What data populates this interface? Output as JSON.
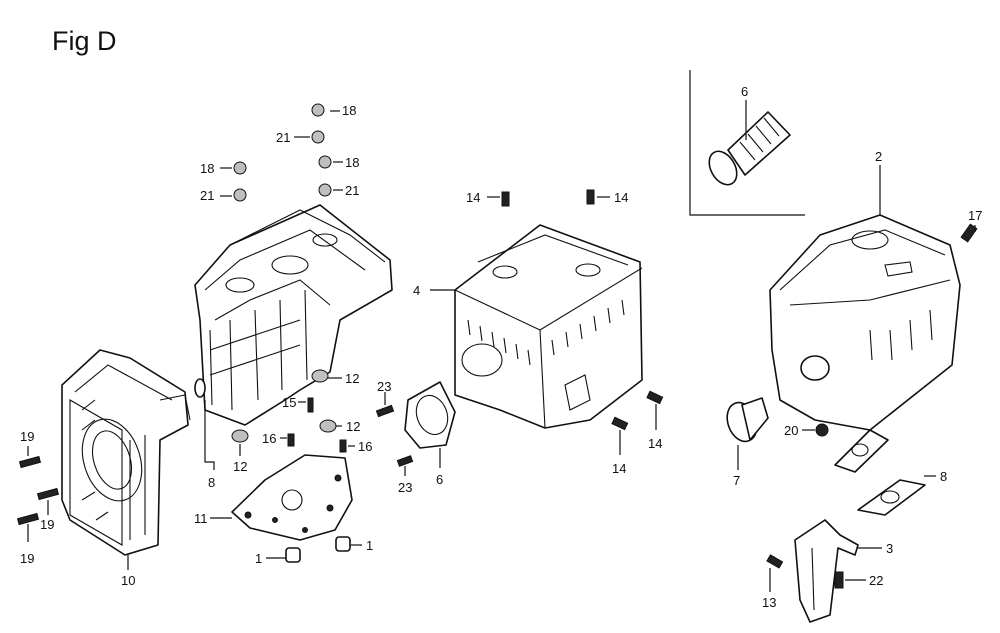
{
  "figure": {
    "title": "Fig D"
  },
  "callouts": {
    "c1a": "1",
    "c1b": "1",
    "c2": "2",
    "c3": "3",
    "c4": "4",
    "c6a": "6",
    "c6b": "6",
    "c7": "7",
    "c8a": "8",
    "c8b": "8",
    "c10": "10",
    "c11": "11",
    "c12a": "12",
    "c12b": "12",
    "c12c": "12",
    "c13": "13",
    "c14a": "14",
    "c14b": "14",
    "c14c": "14",
    "c14d": "14",
    "c15": "15",
    "c16a": "16",
    "c16b": "16",
    "c17": "17",
    "c18a": "18",
    "c18b": "18",
    "c18c": "18",
    "c19a": "19",
    "c19b": "19",
    "c19c": "19",
    "c20": "20",
    "c21a": "21",
    "c21b": "21",
    "c21c": "21",
    "c22": "22",
    "c23a": "23",
    "c23b": "23"
  }
}
